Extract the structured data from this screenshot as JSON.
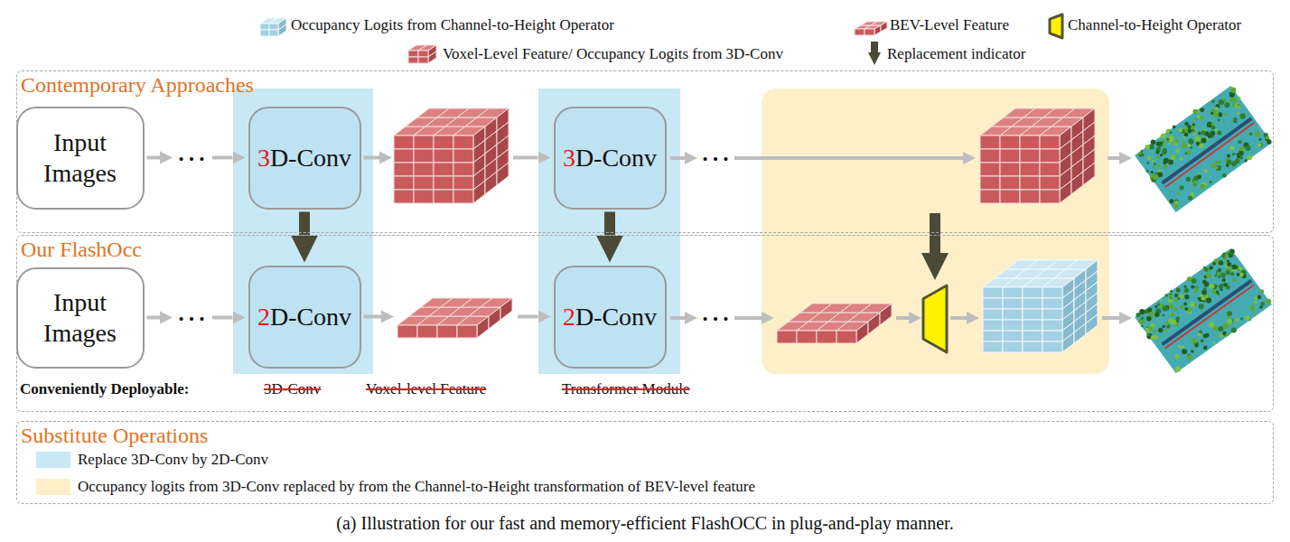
{
  "diagram": {
    "caption": "(a) Illustration for our fast and memory-efficient FlashOCC in plug-and-play manner.",
    "nodes": [
      {
        "text": [
          "Contemporary Approaches"
        ]
      },
      {
        "text": [
          "Input Images"
        ],
        "in": 0
      },
      {
        "text": [
          "3D-Conv"
        ],
        "in": 0
      },
      {
        "text": [
          "3D-Conv"
        ],
        "in": 0
      },
      {
        "text": [
          "Our FlashOcc"
        ]
      },
      {
        "text": [
          "Input Images"
        ],
        "in": 4
      },
      {
        "text": [
          "2D-Conv"
        ],
        "in": 4
      },
      {
        "text": [
          "2D-Conv"
        ],
        "in": 4
      },
      {
        "text": [
          "Substitute Operations"
        ]
      }
    ],
    "edges": [
      {
        "from": 1,
        "to": 2,
        "arrow": "to"
      },
      {
        "from": 2,
        "to": 3,
        "arrow": "to"
      },
      {
        "from": 5,
        "to": 6,
        "arrow": "to"
      },
      {
        "from": 6,
        "to": 7,
        "arrow": "to"
      },
      {
        "from": 2,
        "to": 6,
        "arrow": "to"
      },
      {
        "from": 3,
        "to": 7,
        "arrow": "to"
      }
    ],
    "labels": [
      "…",
      "…",
      "…",
      "…",
      "Conveniently Deployable:",
      "3D-Conv",
      "Voxel-level Feature",
      "Transformer Module"
    ],
    "legend": [
      {
        "text": "Occupancy Logits from Channel-to-Height Operator"
      },
      {
        "text": "BEV-Level Feature"
      },
      {
        "text": "Channel-to-Height Operator"
      },
      {
        "text": "Voxel-Level Feature/ Occupancy Logits from 3D-Conv"
      },
      {
        "text": "Replacement indicator"
      },
      {
        "text": "Replace 3D-Conv by 2D-Conv",
        "color": "#c9e8f6"
      },
      {
        "text": "Occupancy logits from 3D-Conv replaced by from the Channel-to-Height transformation of BEV-level feature",
        "color": "#fdf0c9"
      }
    ]
  }
}
